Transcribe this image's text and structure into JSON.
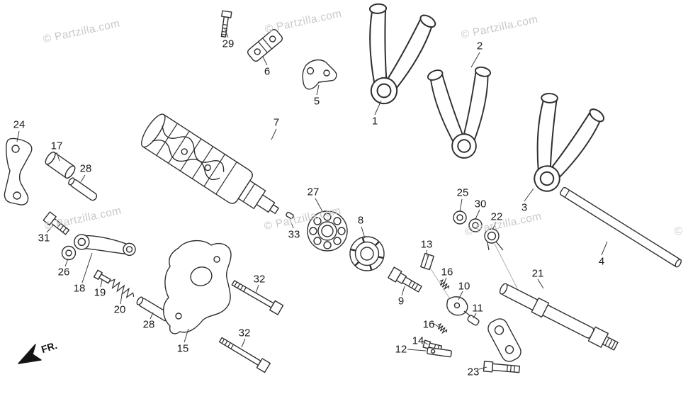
{
  "watermark": {
    "text": "© Partzilla.com",
    "partial": "©",
    "color": "#c9c9c9"
  },
  "fr_indicator": {
    "label": "FR."
  },
  "diagram": {
    "description": "Exploded parts diagram - gearshift drum and shift forks"
  },
  "parts": {
    "p1": "1",
    "p2": "2",
    "p3": "3",
    "p4": "4",
    "p5": "5",
    "p6": "6",
    "p7": "7",
    "p8": "8",
    "p9": "9",
    "p10": "10",
    "p11": "11",
    "p12": "12",
    "p13": "13",
    "p14": "14",
    "p15": "15",
    "p16a": "16",
    "p16b": "16",
    "p17": "17",
    "p18": "18",
    "p19": "19",
    "p20": "20",
    "p21": "21",
    "p22": "22",
    "p23": "23",
    "p24": "24",
    "p25": "25",
    "p26": "26",
    "p27": "27",
    "p28a": "28",
    "p28b": "28",
    "p29": "29",
    "p30": "30",
    "p31": "31",
    "p32a": "32",
    "p32b": "32",
    "p33": "33"
  }
}
